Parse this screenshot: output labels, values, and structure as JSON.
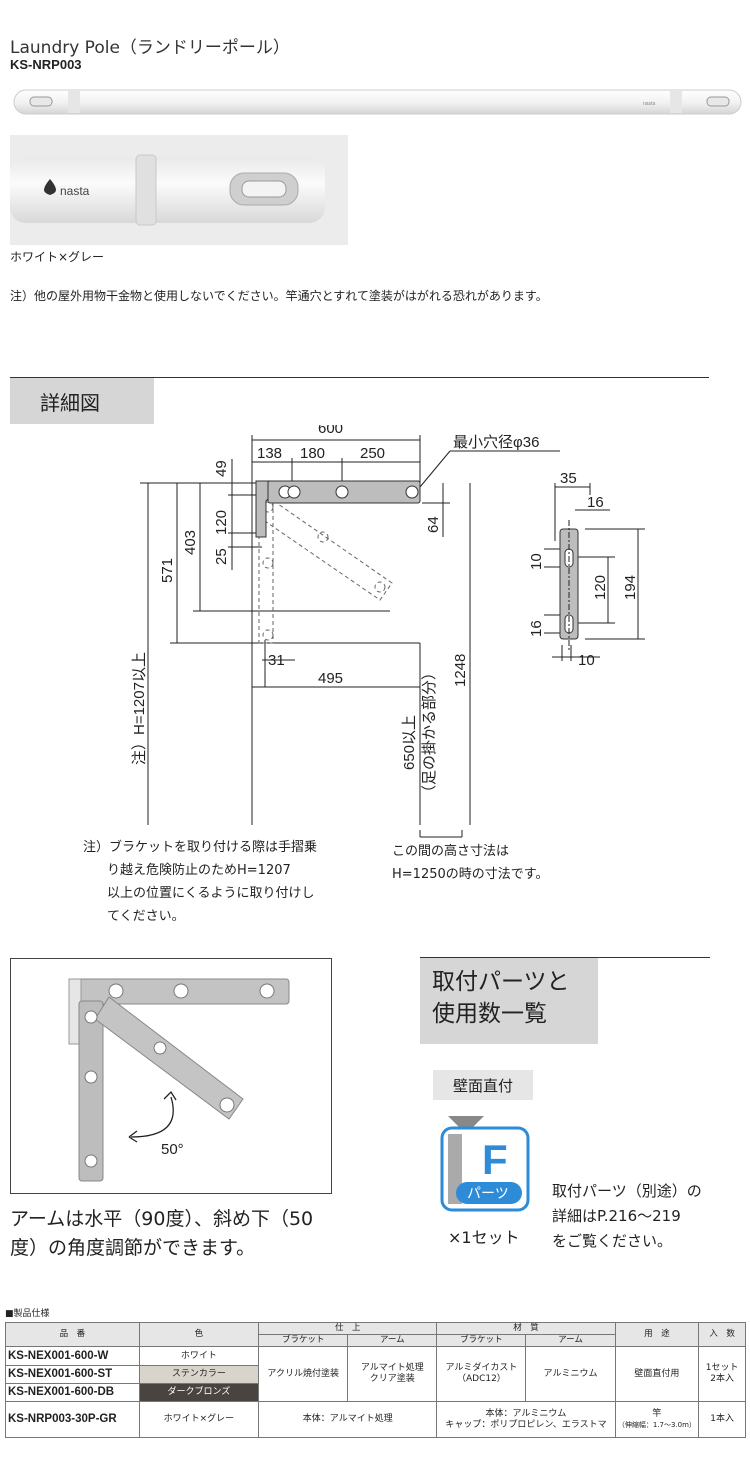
{
  "product": {
    "title": "Laundry Pole（ランドリーポール）",
    "code": "KS-NRP003",
    "brand": "nasta",
    "color_caption": "ホワイト×グレー",
    "note": "注）他の屋外用物干金物と使用しないでください。竿通穴とすれて塗装がはがれる恐れがあります。"
  },
  "detail": {
    "heading": "詳細図",
    "dims": {
      "d600": "600",
      "d138": "138",
      "d180": "180",
      "d250": "250",
      "hole": "最小穴径φ36",
      "d49": "49",
      "d120": "120",
      "d25": "25",
      "d403": "403",
      "d571": "571",
      "d64": "64",
      "d31": "31",
      "d495": "495",
      "d1248": "1248",
      "h1207": "注）H=1207以上",
      "d650": "650以上",
      "d650sub": "（足の掛かる部分）",
      "s35": "35",
      "s16a": "16",
      "s10a": "10",
      "s120": "120",
      "s194": "194",
      "s16b": "16",
      "s10b": "10"
    },
    "note_left": [
      "注）ブラケットを取り付ける際は手摺乗",
      "り越え危険防止のためH=1207",
      "以上の位置にくるように取り付けし",
      "てください。"
    ],
    "note_right": [
      "この間の高さ寸法は",
      "H=1250の時の寸法です。"
    ]
  },
  "arm": {
    "angle": "50°",
    "caption": [
      "アームは水平（90度）、斜め下（50",
      "度）の角度調節ができます。"
    ]
  },
  "parts": {
    "heading": [
      "取付パーツと",
      "使用数一覧"
    ],
    "badge": "壁面直付",
    "letter": "F",
    "sub": "パーツ",
    "count": "×1セット",
    "ref": [
      "取付パーツ（別途）の",
      "詳細はP.216～219",
      "をご覧ください。"
    ]
  },
  "spec": {
    "title": "■製品仕様",
    "headers": {
      "code": "品　番",
      "color": "色",
      "finish": "仕　上",
      "bracket": "ブラケット",
      "arm": "アーム",
      "material": "材　質",
      "use": "用　途",
      "qty": "入　数"
    },
    "rows": [
      {
        "code": "KS-NEX001-600-W",
        "color": "ホワイト"
      },
      {
        "code": "KS-NEX001-600-ST",
        "color": "ステンカラー"
      },
      {
        "code": "KS-NEX001-600-DB",
        "color": "ダークブロンズ"
      }
    ],
    "common": {
      "finish_bracket": "アクリル焼付塗装",
      "finish_arm": [
        "アルマイト処理",
        "クリア塗装"
      ],
      "mat_bracket": [
        "アルミダイカスト",
        "（ADC12）"
      ],
      "mat_arm": "アルミニウム",
      "use": "壁面直付用",
      "qty": [
        "1セット",
        "2本入"
      ]
    },
    "pole": {
      "code": "KS-NRP003-30P-GR",
      "color": "ホワイト×グレー",
      "finish": "本体：アルマイト処理",
      "material": [
        "本体：アルミニウム",
        "キャップ：ポリプロピレン、エラストマ"
      ],
      "use": [
        "竿",
        "（伸縮幅：1.7～3.0m）"
      ],
      "qty": "1本入"
    }
  },
  "colors": {
    "bracket_gray": "#aaaaaa",
    "pole_white": "#f4f4f4",
    "dark_bronze": "#4a4440",
    "stain": "#d8d4cc",
    "section_bg": "#d6d6d6",
    "badge_blue": "#2e8bd8"
  }
}
